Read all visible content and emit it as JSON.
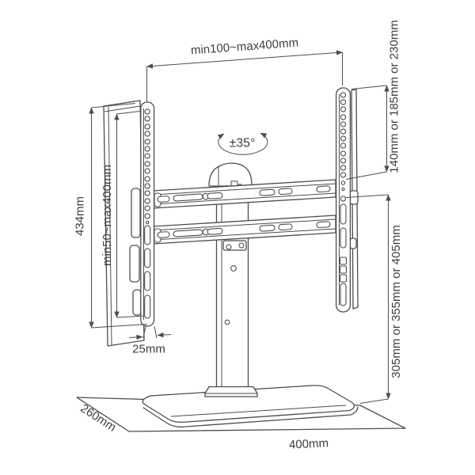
{
  "diagram": {
    "labels": {
      "top_width": "min100~max400mm",
      "swivel_angle": "±35°",
      "left_height": "434mm",
      "vesa_height": "min50~max400mm",
      "plate_depth": "25mm",
      "upper_height_options": "140mm or 185mm or 230mm",
      "lower_height_options": "305mm or 355mm or 405mm",
      "base_depth": "260mm",
      "base_width": "400mm"
    },
    "colors": {
      "line": "#4d4d4d",
      "text": "#3d3d3d",
      "background": "#ffffff"
    }
  }
}
